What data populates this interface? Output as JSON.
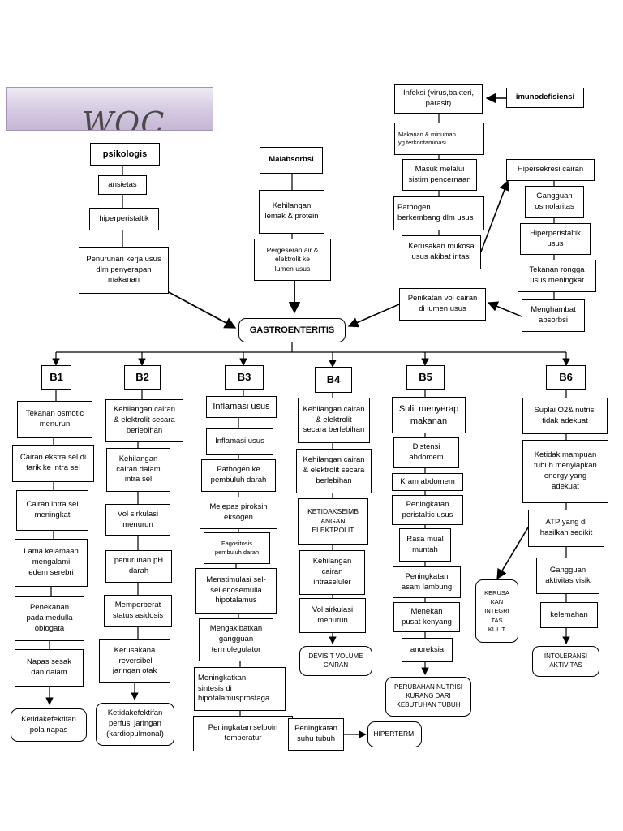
{
  "title": "WOC",
  "nodes": {
    "psikologis": "psikologis",
    "ansietas": "ansietas",
    "hiperperistaltik_l": "hiperperistaltik",
    "penurunan_kerja": "Penurunan kerja usus\ndlm penyerapan\nmakanan",
    "malabsorbsi": "Malabsorbsi",
    "kehilangan_lemak": "Kehilangan\nlemak & protein",
    "pergeseran": "Pergeseran air &\nelektrolit ke\nlumen usus",
    "infeksi": "Infeksi (virus,bakteri,\nparasit)",
    "imunodefisiensi": "imunodefisiensi",
    "makanan": "Makanan & minuman\nyg terkontaminasi",
    "masuk": "Masuk melalui\nsistim pencernaan",
    "pathogen_berkembang": "Pathogen\nberkembang dlm usus",
    "kerusakan_mukosa": "Kerusakan mukosa\nusus akibat iritasi",
    "hipersekresi": "Hipersekresi cairan",
    "gangguan_osmo": "Gangguan\nosmolaritas",
    "hiperperistaltik_r": "Hiperperistaltik\nusus",
    "tekanan_rongga": "Tekanan rongga\nusus meningkat",
    "menghambat": "Menghambat\nabsorbsi",
    "peningkatan_vol": "Penikatan vol cairan\ndi lumen usus",
    "gastro": "GASTROENTERITIS"
  },
  "columns": {
    "b1": {
      "label": "B1",
      "items": [
        "Tekanan osmotic\nmenurun",
        "Cairan ekstra sel di\ntarik ke intra sel",
        "Cairan intra sel\nmeningkat",
        "Lama kelamaan\nmengalami\nedem serebri",
        "Penekanan\npada medulla\noblogata",
        "Napas sesak\ndan dalam"
      ],
      "outcome": "Ketidakefektifan\npola napas"
    },
    "b2": {
      "label": "B2",
      "items": [
        "Kehilangan cairan\n& elektrolit secara\nberlebihan",
        "Kehilangan\ncairan dalam\nintra sel",
        "Vol sirkulasi\nmenurun",
        "penurunan pH\ndarah",
        "Memperberat\nstatus asidosis",
        "Kerusakana\nireversibel\njaringan otak"
      ],
      "outcome": "Ketidakefektifan\nperfusi jaringan\n(kardiopulmonal)"
    },
    "b3": {
      "label": "B3",
      "items": [
        "Inflamasi usus",
        "Inflamasi usus",
        "Pathogen ke\npembuluh darah",
        "Melepas piroksin\neksogen",
        "Fagositosis\npembuluh darah",
        "Menstimulasi sel-\nsel enosemulia\nhipotalamus",
        "Mengakibatkan\ngangguan\ntermolegulator",
        "Meningkatkan\nsintesis  di\nhipotalamusprostaga",
        "Peningkatan selpoin\ntemperatur",
        "Peningkatan\nsuhu tubuh"
      ],
      "outcome": "HIPERTERMI"
    },
    "b4": {
      "label": "B4",
      "items": [
        "Kehilangan cairan\n& elektrolit\nsecara berlebihan",
        "Kehilangan cairan\n& elektrolit secara\nberlebihan",
        "KETIDAKSEIMB\nANGAN\nELEKTROLIT",
        "Kehilangan\ncairan\nintraseluler",
        "Vol sirkulasi\nmenurun"
      ],
      "outcome": "DEVISIT VOLUME\nCAIRAN"
    },
    "b5": {
      "label": "B5",
      "items": [
        "Sulit menyerap\nmakanan",
        "Distensi\nabdomem",
        "Kram abdomem",
        "Peningkatan\nperistaltic usus",
        "Rasa mual\nmuntah",
        "Peningkatan\nasam lambung",
        "Menekan\npusat kenyang",
        "anoreksia"
      ],
      "outcome": "PERUBAHAN NUTRISI\nKURANG DARI\nKEBUTUHAN TUBUH"
    },
    "b6": {
      "label": "B6",
      "items": [
        "Suplai O2& nutrisi\ntidak adekuat",
        "Ketidak mampuan\ntubuh menyiapkan\nenergy yang\nadekuat",
        "ATP yang di\nhasilkan sedikit",
        "Gangguan\naktivitas visik",
        "kelemahan"
      ],
      "outcome": "INTOLERANSI\nAKTIVITAS",
      "side_outcome": "KERUSA\nKAN\nINTEGRI\nTAS\nKULIT"
    }
  }
}
